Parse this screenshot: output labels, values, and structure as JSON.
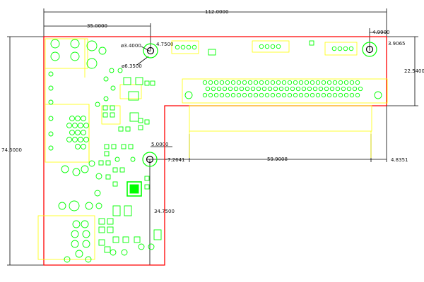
{
  "colors": {
    "background": "#ffffff",
    "board_outline": "#ff0000",
    "pads": "#00ff00",
    "silkscreen": "#ffff00",
    "dimension": "#000000"
  },
  "dimensions": {
    "overall_width": "112.0000",
    "left_ref": "35.0000",
    "right_hole_offset": "4.9900",
    "right_hole_offset2": "3.9065",
    "right_height": "22.5400",
    "left_height": "74.5000",
    "hole_dia": "ø3.4000",
    "hole_radius": "4.7500",
    "pad_dia": "ø6.3500",
    "mid_hole_dim": "5.0000",
    "connector_left": "7.2641",
    "connector_width": "59.9008",
    "connector_right": "4.8351",
    "lower_height": "34.7500"
  }
}
